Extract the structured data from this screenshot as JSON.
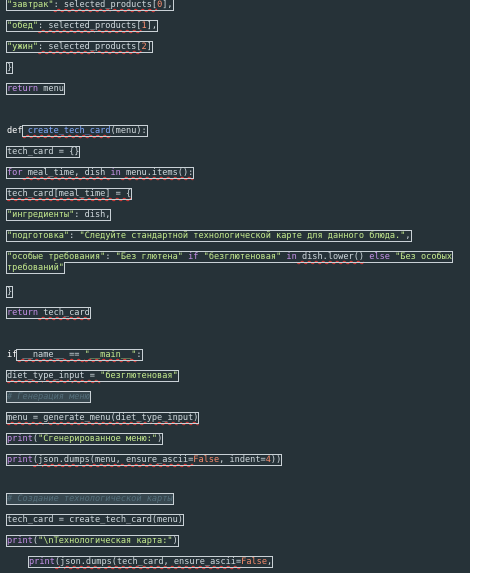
{
  "code": {
    "l01_key": "\"завтрак\"",
    "l01_rest": ": selected_products[",
    "l01_idx": "0",
    "l01_end": "],",
    "l02_key": "\"обед\"",
    "l02_rest": ": selected_products[",
    "l02_idx": "1",
    "l02_end": "],",
    "l03_key": "\"ужин\"",
    "l03_rest": ": selected_products[",
    "l03_idx": "2",
    "l03_end": "]",
    "l04": "}",
    "l05_kw": "return",
    "l05_rest": " menu",
    "l06_kw": "def",
    "l06_fn": " create_tech_card",
    "l06_rest": "(menu):",
    "l07": "tech_card = {}",
    "l08_kw": "for",
    "l08_a": " meal_time, dish ",
    "l08_in": "in",
    "l08_b": " menu.items():",
    "l09": "tech_card[meal_time] = {",
    "l10_key": "\"ингредиенты\"",
    "l10_rest": ": dish,",
    "l11_key": "\"подготовка\"",
    "l11_sep": ": ",
    "l11_val": "\"Следуйте стандартной технологической карте для данного блюда.\"",
    "l11_end": ",",
    "l12_key": "\"особые требования\"",
    "l12_sep": ": ",
    "l12_v1": "\"Без глютена\"",
    "l12_if": " if ",
    "l12_v2": "\"безглютеновая\"",
    "l12_in": " in",
    "l12_mid": " dish.lower()",
    "l12_else": " else",
    "l12_v3": " \"Без особых требований\"",
    "l13": "}",
    "l14_kw": "return",
    "l14_rest": " tech_card",
    "l15_kw": "if",
    "l15_a": " __name__ == ",
    "l15_s": "\"__main__\"",
    "l15_b": ":",
    "l16_a": "diet_type_input = ",
    "l16_s": "\"безглютеновая\"",
    "l17": "# Генерация меню",
    "l18": "menu = generate_menu(diet_type_input)",
    "l19_fn": "print",
    "l19_a": "(",
    "l19_s": "\"Сгенерированное меню:\"",
    "l19_b": ")",
    "l20_fn": "print",
    "l20_a": "(json.dumps(menu, ensure_ascii=",
    "l20_f": "False",
    "l20_b": ", indent=",
    "l20_n": "4",
    "l20_c": "))",
    "l21": "# Создание технологической карты",
    "l22": "tech_card = create_tech_card(menu)",
    "l23_fn": "print",
    "l23_a": "(",
    "l23_s": "\"\\nТехнологическая карта:\"",
    "l23_b": ")",
    "l24_fn": "print",
    "l24_a": "(json.dumps(tech_card, ensure_ascii=",
    "l24_f": "False",
    "l24_b": ","
  },
  "colors": {
    "background": "#263238",
    "keyword": "#c792ea",
    "string": "#c3e88d",
    "number": "#f78c6c",
    "function": "#82aaff",
    "comment": "#546e7a",
    "text": "#cfd8dc"
  }
}
